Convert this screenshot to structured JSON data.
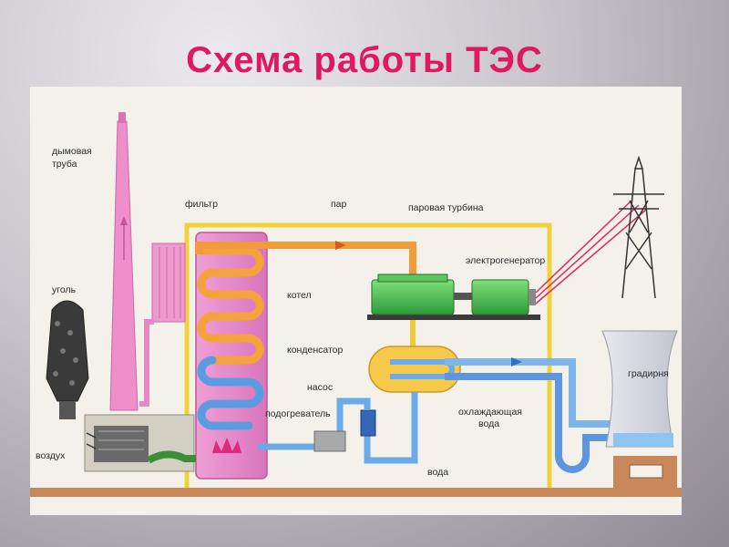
{
  "title": "Схема работы ТЭС",
  "labels": {
    "chimney": [
      "дымовая",
      "труба"
    ],
    "filter": "фильтр",
    "steam": "пар",
    "turbine": "паровая турбина",
    "generator": "электрогенератор",
    "coal": "уголь",
    "boiler": "котел",
    "condenser": "конденсатор",
    "pump": "насос",
    "heater": "подогреватель",
    "cooling_water": [
      "охлаждающая",
      "вода"
    ],
    "water": "вода",
    "air": "воздух",
    "cooling_tower": "градирня"
  }
}
